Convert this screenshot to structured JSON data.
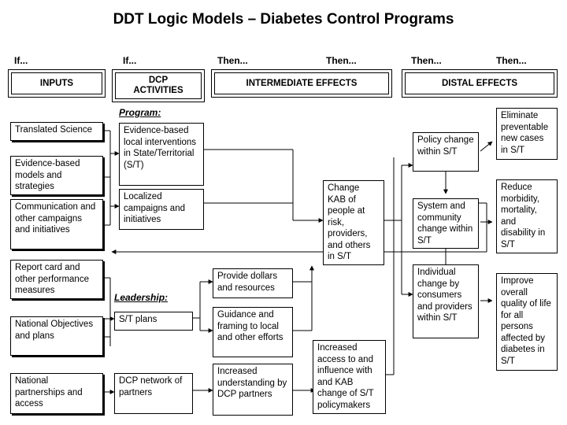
{
  "title": "DDT Logic Models – Diabetes Control Programs",
  "column_labels": [
    "If...",
    "If...",
    "Then...",
    "Then...",
    "Then...",
    "Then..."
  ],
  "headers": {
    "inputs": "INPUTS",
    "activities": "DCP ACTIVITIES",
    "intermediate": "INTERMEDIATE EFFECTS",
    "distal": "DISTAL EFFECTS"
  },
  "sections": {
    "program": "Program:",
    "leadership": "Leadership:"
  },
  "inputs": {
    "translated_science": "Translated Science",
    "evidence_models": "Evidence-based models and strategies",
    "communication": "Communication and other campaigns and initiatives",
    "report_card": "Report card and other performance measures",
    "national_objectives": "National Objectives and plans",
    "national_partnerships": "National partnerships and access"
  },
  "activities": {
    "evidence_interventions": "Evidence-based local interventions in State/Territorial (S/T)",
    "localized_campaigns": "Localized campaigns and initiatives",
    "st_plans": "S/T plans",
    "dcp_network": "DCP network of partners"
  },
  "intermediate": {
    "change_kab": "Change KAB of people at risk, providers, and others in S/T",
    "provide_dollars": "Provide dollars and resources",
    "guidance_framing": "Guidance and framing to local and other efforts",
    "increased_understanding": "Increased understanding by DCP partners",
    "increased_access": "Increased access to and influence with and KAB change of S/T policymakers"
  },
  "distal": {
    "policy_change": "Policy change within S/T",
    "system_change": "System and community change within S/T",
    "individual_change": "Individual change by consumers and providers within S/T",
    "eliminate": "Eliminate preventable new cases in S/T",
    "reduce": "Reduce morbidity, mortality, and disability in S/T",
    "improve": "Improve overall quality of life for all persons affected by diabetes in S/T"
  }
}
